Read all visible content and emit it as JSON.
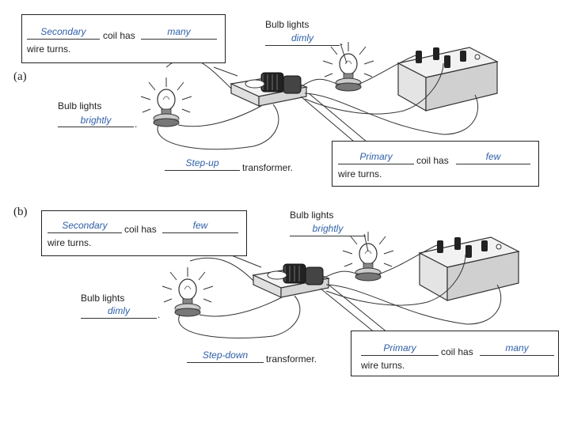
{
  "panels": [
    {
      "label": "(a)",
      "secondary": {
        "answer_coil": "Secondary",
        "text_mid": "coil has",
        "answer_turns": "many",
        "text_end": "wire turns."
      },
      "bulb_right": {
        "prefix": "Bulb lights",
        "answer": "dimly",
        "suffix": "."
      },
      "bulb_left": {
        "prefix": "Bulb lights",
        "answer": "brightly",
        "suffix": "."
      },
      "transformer": {
        "answer": "Step-up",
        "suffix": "transformer."
      },
      "primary": {
        "answer_coil": "Primary",
        "text_mid": "coil has",
        "answer_turns": "few",
        "text_end": "wire turns."
      }
    },
    {
      "label": "(b)",
      "secondary": {
        "answer_coil": "Secondary",
        "text_mid": "coil has",
        "answer_turns": "few",
        "text_end": "wire turns."
      },
      "bulb_right": {
        "prefix": "Bulb lights",
        "answer": "brightly",
        "suffix": ""
      },
      "bulb_left": {
        "prefix": "Bulb lights",
        "answer": "dimly",
        "suffix": "."
      },
      "transformer": {
        "answer": "Step-down",
        "suffix": "transformer."
      },
      "primary": {
        "answer_coil": "Primary",
        "text_mid": "coil has",
        "answer_turns": "many",
        "text_end": "wire turns."
      }
    }
  ],
  "colors": {
    "answer": "#2f5fa8",
    "ink": "#222222"
  }
}
